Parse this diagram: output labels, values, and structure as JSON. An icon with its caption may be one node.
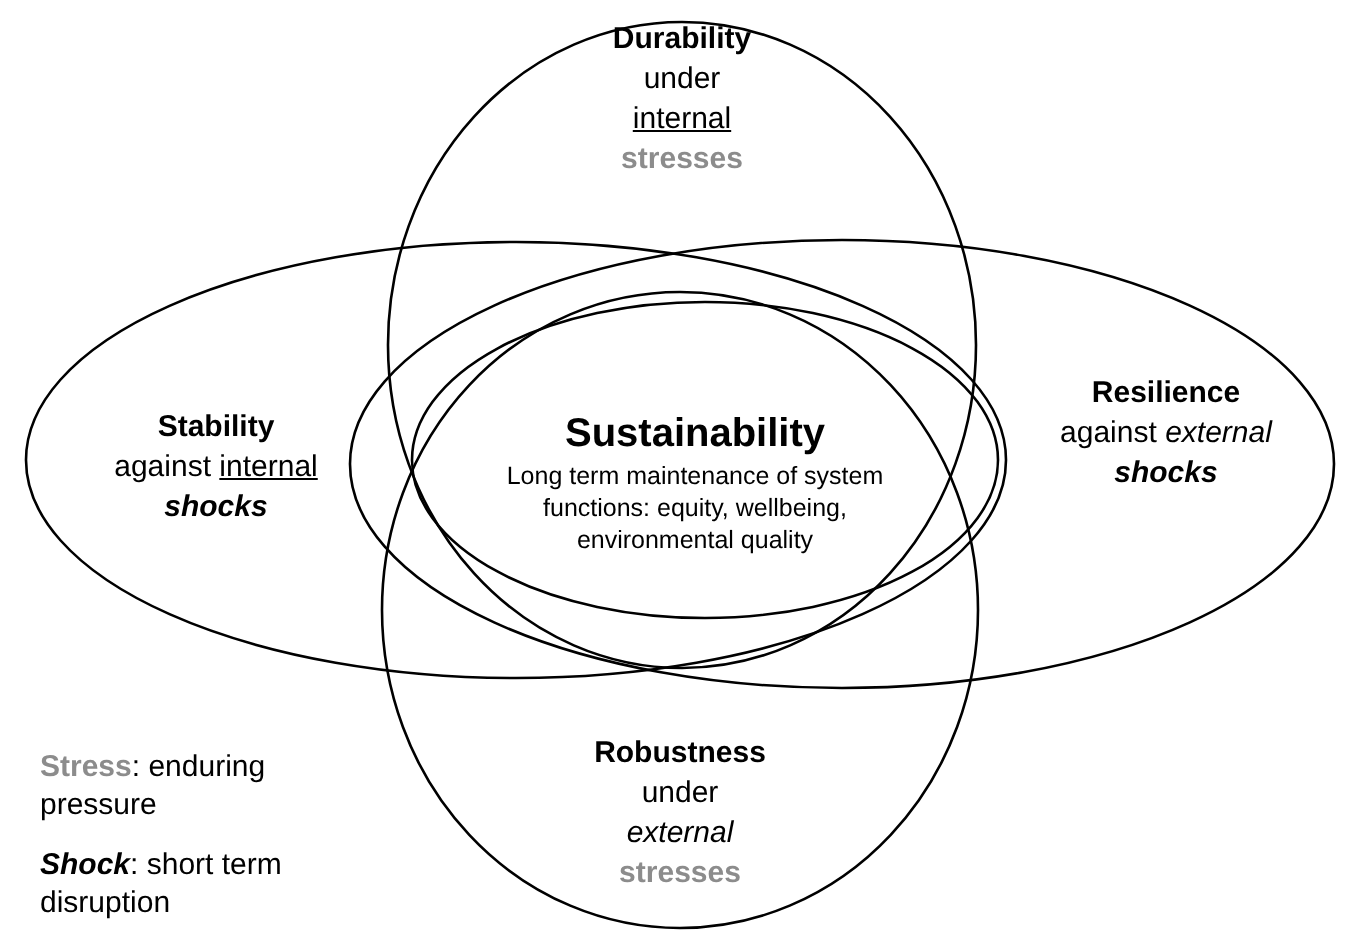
{
  "diagram": {
    "nodes": [
      {
        "text": [
          "Durability",
          "under",
          "internal",
          "stresses"
        ]
      },
      {
        "text": [
          "Stability",
          "against",
          "internal",
          "shocks"
        ]
      },
      {
        "text": [
          "Resilience",
          "against *external*",
          "shocks"
        ]
      },
      {
        "text": [
          "Robustness",
          "under",
          "external",
          "stresses"
        ]
      },
      {
        "text": [
          "Sustainability",
          "Long term maintenance of system functions: equity, wellbeing, environmental quality"
        ]
      }
    ],
    "edges": [],
    "labels": [
      "**Stress**: enduring pressure",
      "**Shock**: short term disruption"
    ]
  }
}
